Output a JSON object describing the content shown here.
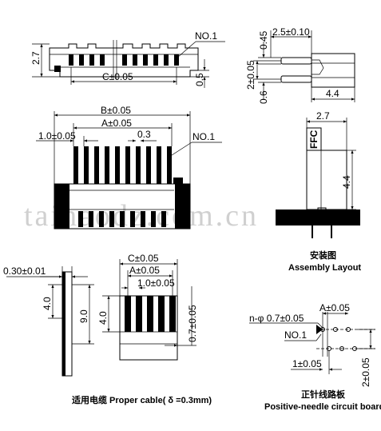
{
  "dimensions": {
    "top_height": "2.7",
    "top_no1": "NO.1",
    "top_c": "C±0.05",
    "top_05": "0.5",
    "side_045": "0.45",
    "side_25": "2.5±0.10",
    "side_2": "2±0.05",
    "side_06": "0.6",
    "side_44": "4.4",
    "main_b": "B±0.05",
    "main_a": "A±0.05",
    "main_pitch": "1.0±0.05",
    "main_03": "0.3",
    "main_no1": "NO.1",
    "asm_27": "2.7",
    "asm_44": "4.4",
    "asm_ffc": "FFC",
    "cable_thk": "0.30±0.01",
    "cable_40": "4.0",
    "cable_90": "9.0",
    "cc_c": "C±0.05",
    "cc_a": "A±0.05",
    "cc_pitch": "1.0±0.05",
    "cc_40": "4.0",
    "cc_07": "0.7±0.05",
    "pcb_a": "A±0.05",
    "pcb_hole": "n-φ 0.7±0.05",
    "pcb_no1": "NO.1",
    "pcb_1": "1±0.05",
    "pcb_2": "2±0.05"
  },
  "captions": {
    "assembly_cn": "安装图",
    "assembly_en": "Assembly Layout",
    "cable": "适用电缆 Proper cable( δ =0.3mm)",
    "pcb_cn": "正针线路板",
    "pcb_en": "Positive-needle circuit board"
  },
  "watermark": "taihaodz.com.cn"
}
